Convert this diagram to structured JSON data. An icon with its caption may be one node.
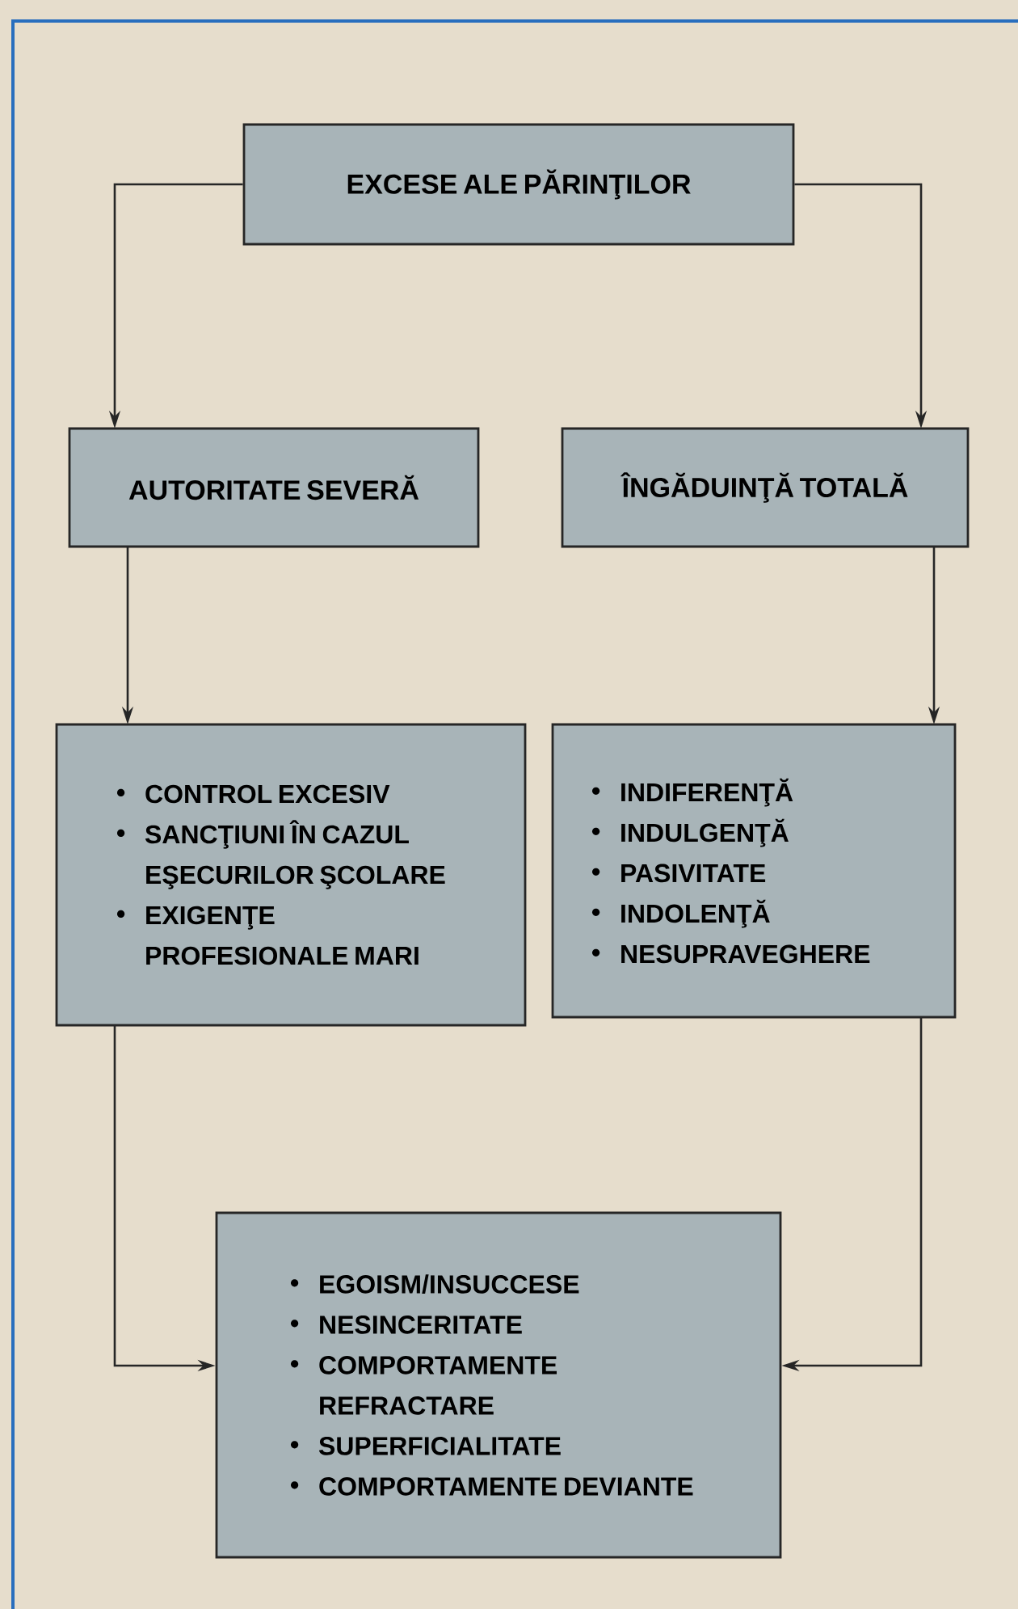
{
  "diagram": {
    "nodes": [
      {
        "text": [
          "EXCESE ALE PĂRINŢILOR"
        ]
      },
      {
        "text": [
          "AUTORITATE SEVERĂ"
        ]
      },
      {
        "text": [
          "ÎNGĂDUINŢĂ TOTALĂ"
        ]
      },
      {
        "text": [
          "CONTROL EXCESIV",
          "SANCŢIUNI ÎN CAZUL EŞECURILOR ŞCOLARE",
          "EXIGENŢE PROFESIONALE MARI"
        ]
      },
      {
        "text": [
          "INDIFERENŢĂ",
          "INDULGENŢĂ",
          "PASIVITATE",
          "INDOLENŢĂ",
          "NESUPRAVEGHERE"
        ]
      },
      {
        "text": [
          "EGOISM/INSUCCESE",
          "NESINCERITATE",
          "COMPORTAMENTE REFRACTARE",
          "SUPERFICIALITATE",
          "COMPORTAMENTE DEVIANTE"
        ]
      }
    ],
    "edges": [
      {
        "from": 0,
        "to": 1,
        "arrow": "to"
      },
      {
        "from": 0,
        "to": 2,
        "arrow": "to"
      },
      {
        "from": 1,
        "to": 3,
        "arrow": "to"
      },
      {
        "from": 2,
        "to": 4,
        "arrow": "to"
      },
      {
        "from": 3,
        "to": 5,
        "arrow": "to"
      },
      {
        "from": 4,
        "to": 5,
        "arrow": "to"
      }
    ]
  }
}
